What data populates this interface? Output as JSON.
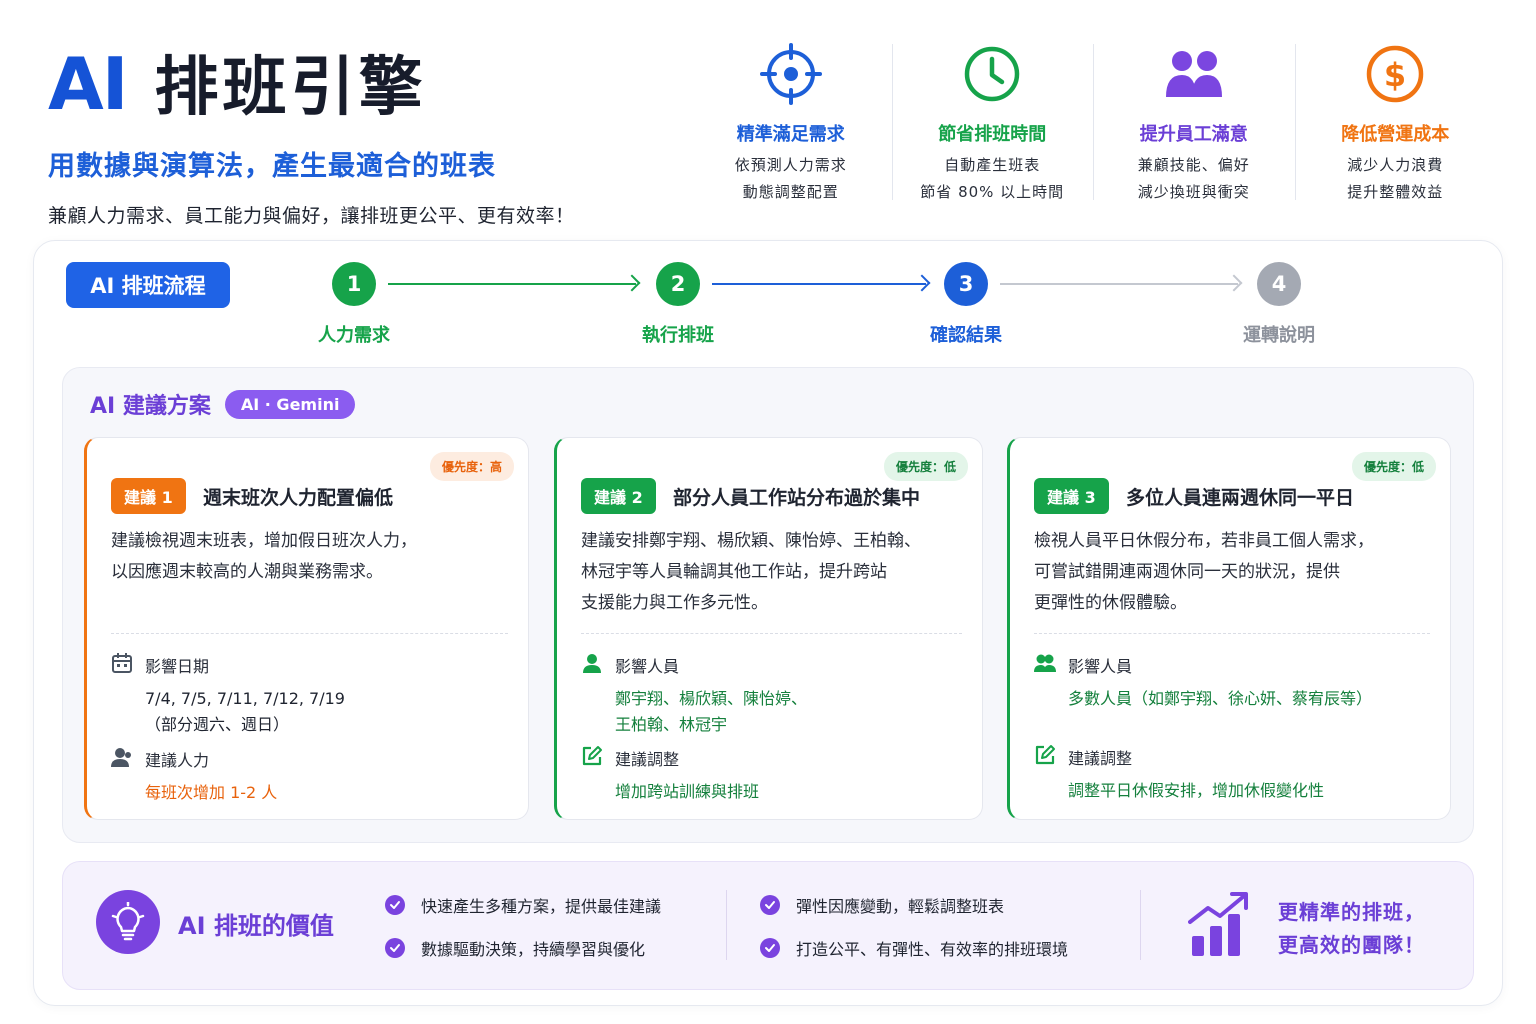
{
  "header": {
    "title_ai": "AI",
    "title_main": "排班引擎",
    "subtitle": "用數據與演算法，產生最適合的班表",
    "description": "兼顧人力需求、員工能力與偏好，讓排班更公平、更有效率！"
  },
  "benefits": [
    {
      "title": "精準滿足需求",
      "line1": "依預測人力需求",
      "line2": "動態調整配置",
      "color": "#1d5fd8",
      "icon": "target-icon"
    },
    {
      "title": "節省排班時間",
      "line1": "自動產生班表",
      "line2": "節省 80% 以上時間",
      "color": "#16a34a",
      "icon": "clock-icon"
    },
    {
      "title": "提升員工滿意",
      "line1": "兼顧技能、偏好",
      "line2": "減少換班與衝突",
      "color": "#6b3fd6",
      "icon": "users-icon"
    },
    {
      "title": "降低營運成本",
      "line1": "減少人力浪費",
      "line2": "提升整體效益",
      "color": "#f07412",
      "icon": "dollar-coin-icon"
    }
  ],
  "flow": {
    "label": "AI 排班流程",
    "steps": [
      {
        "num": "1",
        "label": "人力需求",
        "color": "#16a34a"
      },
      {
        "num": "2",
        "label": "執行排班",
        "color": "#16a34a"
      },
      {
        "num": "3",
        "label": "確認結果",
        "color": "#1d5fd8"
      },
      {
        "num": "4",
        "label": "運轉說明",
        "color": "#9ca3af"
      }
    ]
  },
  "suggestions": {
    "title": "AI 建議方案",
    "badge": "AI · Gemini",
    "cards": [
      {
        "priority": "優先度：高",
        "tag": "建議 1",
        "title": "週末班次人力配置偏低",
        "desc": [
          "建議檢視週末班表，增加假日班次人力，",
          "以因應週末較高的人潮與業務需求。"
        ],
        "meta1_label": "影響日期",
        "meta1_value": [
          "7/4, 7/5, 7/11, 7/12, 7/19",
          "（部分週六、週日）"
        ],
        "meta2_label": "建議人力",
        "meta2_value": "每班次增加 1-2 人",
        "accent": "#f07412"
      },
      {
        "priority": "優先度：低",
        "tag": "建議 2",
        "title": "部分人員工作站分布過於集中",
        "desc": [
          "建議安排鄭宇翔、楊欣穎、陳怡婷、王柏翰、",
          "林冠宇等人員輪調其他工作站，提升跨站",
          "支援能力與工作多元性。"
        ],
        "meta1_label": "影響人員",
        "meta1_value": [
          "鄭宇翔、楊欣穎、陳怡婷、",
          "王柏翰、林冠宇"
        ],
        "meta2_label": "建議調整",
        "meta2_value": "增加跨站訓練與排班",
        "accent": "#16a34a"
      },
      {
        "priority": "優先度：低",
        "tag": "建議 3",
        "title": "多位人員連兩週休同一平日",
        "desc": [
          "檢視人員平日休假分布，若非員工個人需求，",
          "可嘗試錯開連兩週休同一天的狀況，提供",
          "更彈性的休假體驗。"
        ],
        "meta1_label": "影響人員",
        "meta1_value": [
          "多數人員（如鄭宇翔、徐心妍、蔡宥辰等）"
        ],
        "meta2_label": "建議調整",
        "meta2_value": "調整平日休假安排，增加休假變化性",
        "accent": "#16a34a"
      }
    ]
  },
  "value": {
    "title": "AI 排班的價值",
    "items": [
      "快速產生多種方案，提供最佳建議",
      "數據驅動決策，持續學習與優化",
      "彈性因應變動，輕鬆調整班表",
      "打造公平、有彈性、有效率的排班環境"
    ],
    "slogan_line1": "更精準的排班，",
    "slogan_line2": "更高效的團隊！"
  }
}
